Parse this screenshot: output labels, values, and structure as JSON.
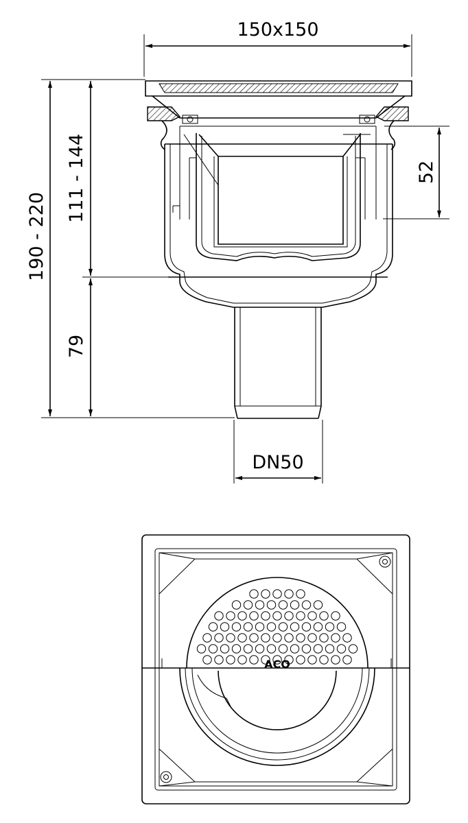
{
  "dimensions": {
    "top_width": "150x150",
    "total_height": "190 - 220",
    "upper_height": "111 - 144",
    "lower_height": "79",
    "side_height": "52",
    "outlet": "DN50"
  },
  "plan_view": {
    "logo_text": "ACO"
  },
  "colors": {
    "line": "#000000",
    "background": "#ffffff"
  }
}
